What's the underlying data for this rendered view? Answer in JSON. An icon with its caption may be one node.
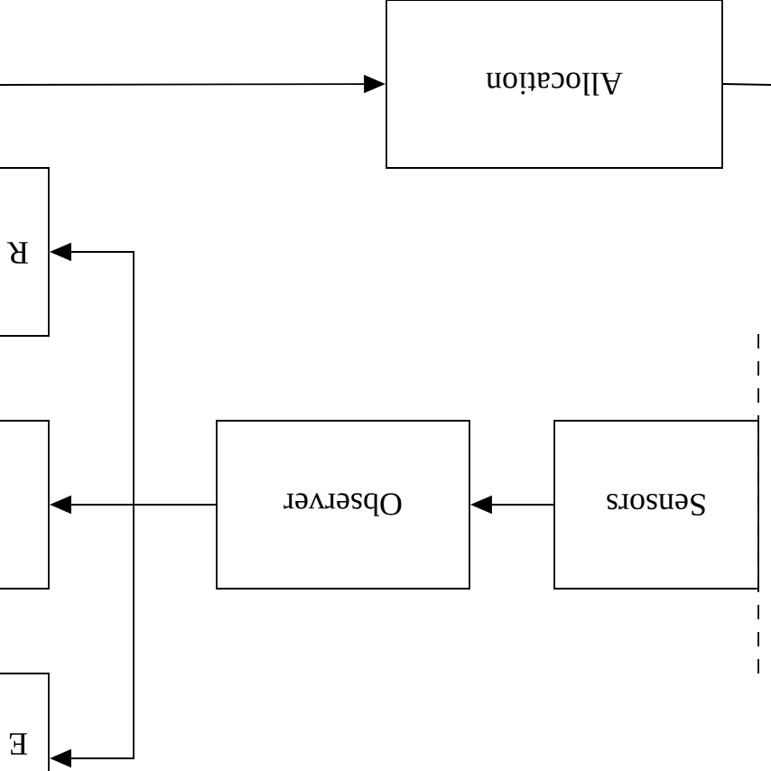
{
  "diagram": {
    "nodes": [
      {
        "text": [
          "Allocation"
        ]
      },
      {
        "text": [
          "R"
        ]
      },
      {
        "text": [],
        "shape": "box"
      },
      {
        "text": [
          "Observer"
        ]
      },
      {
        "text": [
          "Sensors"
        ]
      },
      {
        "text": [
          "E"
        ]
      }
    ],
    "edges": [
      {
        "from": null,
        "to": 0,
        "arrow": "to"
      },
      {
        "from": 0,
        "to": null,
        "arrow": "none"
      },
      {
        "from": 4,
        "to": 3,
        "arrow": "to"
      },
      {
        "from": 3,
        "to": 2,
        "arrow": "to"
      },
      {
        "from": 3,
        "to": 1,
        "arrow": "to"
      },
      {
        "from": 3,
        "to": 5,
        "arrow": "to"
      }
    ]
  }
}
